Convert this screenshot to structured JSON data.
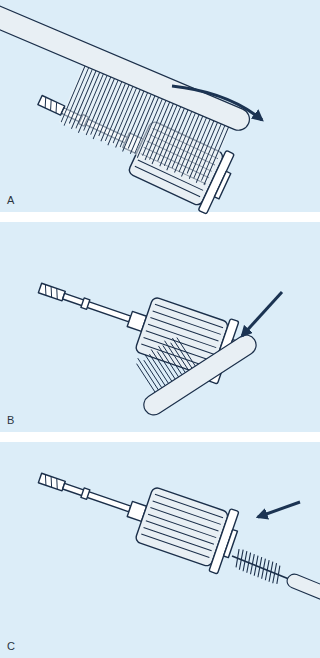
{
  "diagram": {
    "nodes": [
      {
        "text": [
          "A"
        ]
      },
      {
        "text": [
          "B"
        ]
      },
      {
        "text": [
          "C"
        ]
      }
    ]
  }
}
